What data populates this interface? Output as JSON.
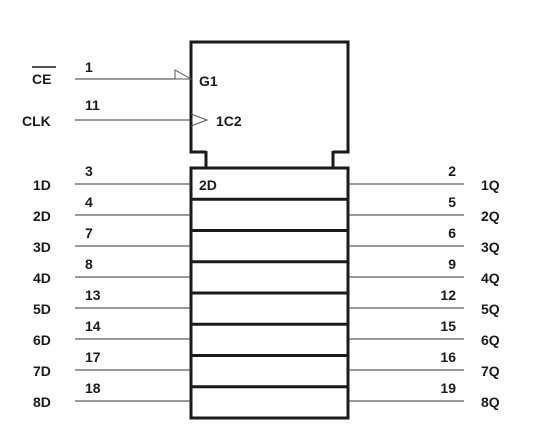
{
  "control": {
    "ce": {
      "label": "CE",
      "pin": "1",
      "qualifier": "G1"
    },
    "clk": {
      "label": "CLK",
      "pin": "11",
      "qualifier": "1C2"
    }
  },
  "first_cell_label": "2D",
  "inputs": [
    {
      "label": "1D",
      "pin": "3"
    },
    {
      "label": "2D",
      "pin": "4"
    },
    {
      "label": "3D",
      "pin": "7"
    },
    {
      "label": "4D",
      "pin": "8"
    },
    {
      "label": "5D",
      "pin": "13"
    },
    {
      "label": "6D",
      "pin": "14"
    },
    {
      "label": "7D",
      "pin": "17"
    },
    {
      "label": "8D",
      "pin": "18"
    }
  ],
  "outputs": [
    {
      "label": "1Q",
      "pin": "2"
    },
    {
      "label": "2Q",
      "pin": "5"
    },
    {
      "label": "3Q",
      "pin": "6"
    },
    {
      "label": "4Q",
      "pin": "9"
    },
    {
      "label": "5Q",
      "pin": "12"
    },
    {
      "label": "6Q",
      "pin": "15"
    },
    {
      "label": "7Q",
      "pin": "16"
    },
    {
      "label": "8Q",
      "pin": "19"
    }
  ]
}
